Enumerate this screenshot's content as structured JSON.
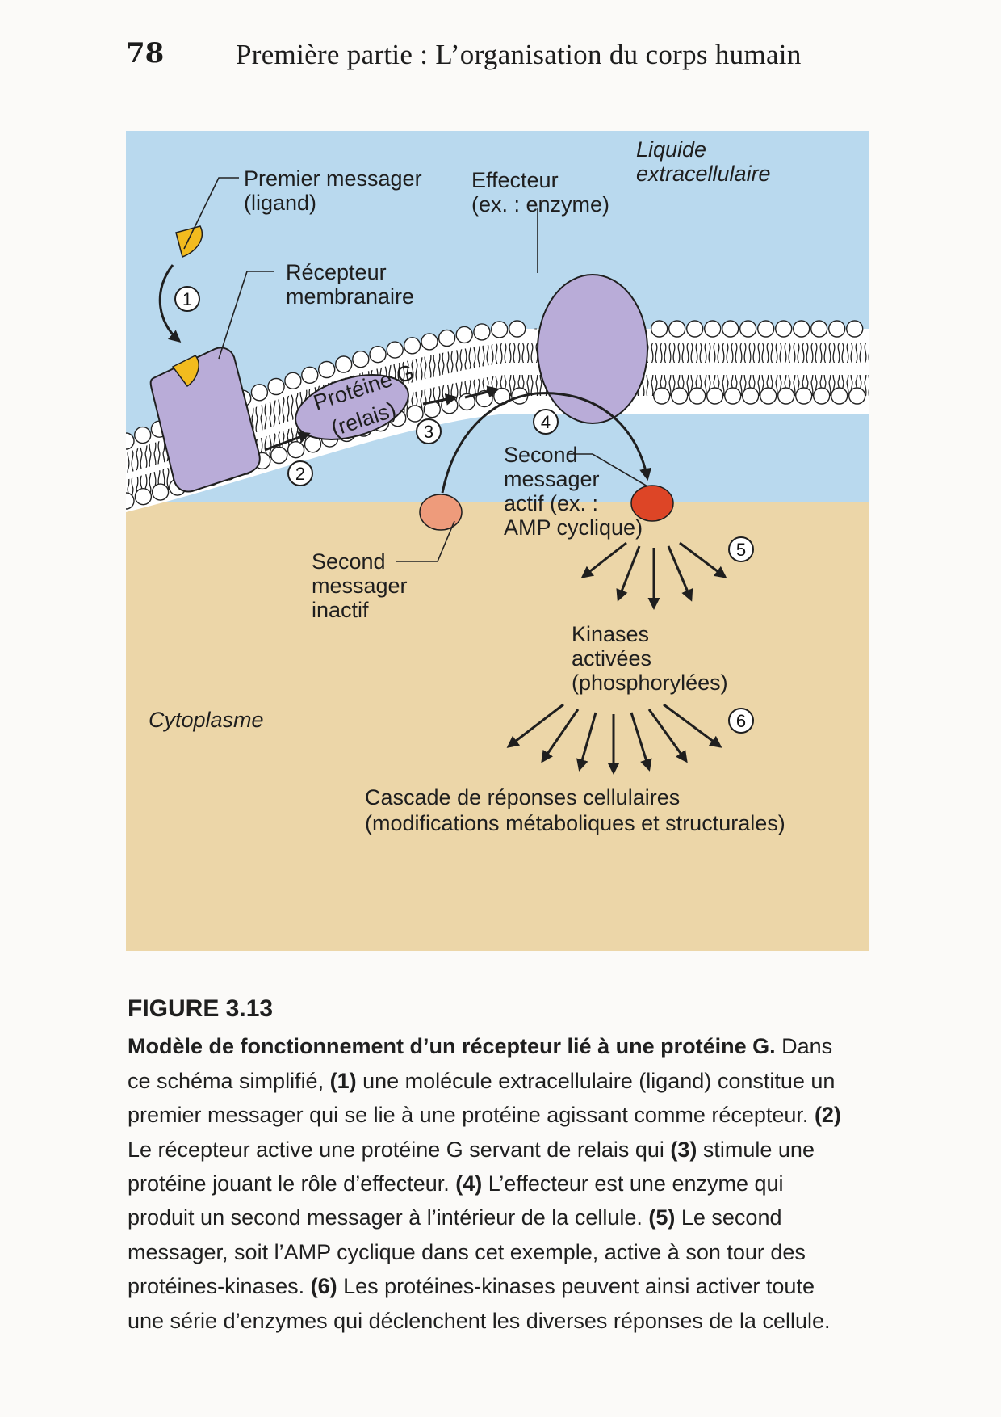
{
  "page_header": {
    "page_number": "78",
    "running_title": "Première partie : L’organisation du corps humain"
  },
  "figure": {
    "labels": {
      "premier_messager_1": "Premier messager",
      "premier_messager_2": "(ligand)",
      "effecteur_1": "Effecteur",
      "effecteur_2": "(ex. : enzyme)",
      "liquide_1": "Liquide",
      "liquide_2": "extracellulaire",
      "recepteur_1": "Récepteur",
      "recepteur_2": "membranaire",
      "proteine_g_1": "Protéine G",
      "proteine_g_2": "(relais)",
      "second_actif_1": "Second",
      "second_actif_2": "messager",
      "second_actif_3": "actif (ex. :",
      "second_actif_4": "AMP cyclique)",
      "second_inactif_1": "Second",
      "second_inactif_2": "messager",
      "second_inactif_3": "inactif",
      "kinases_1": "Kinases",
      "kinases_2": "activées",
      "kinases_3": "(phosphorylées)",
      "cytoplasme": "Cytoplasme",
      "cascade_1": "Cascade de réponses cellulaires",
      "cascade_2": "(modifications métaboliques et structurales)"
    },
    "steps": [
      "1",
      "2",
      "3",
      "4",
      "5",
      "6"
    ],
    "colors": {
      "extracellular": "#b9d9ee",
      "cytoplasm": "#ecd6a8",
      "receptor": "#b9acd8",
      "ligand": "#f2bb1e",
      "second_messenger_inactive": "#ee9b7b",
      "second_messenger_active": "#dd4526"
    }
  },
  "caption": {
    "label": "FIGURE 3.13",
    "title": "Modèle de fonctionnement d’un récepteur lié à une protéine G.",
    "intro": " Dans ce schéma simplifié, ",
    "ref1": "(1)",
    "text1": " une molécule extracellulaire (ligand) constitue un premier messager qui se lie à une protéine agissant comme récepteur. ",
    "ref2": "(2)",
    "text2": " Le récepteur active une protéine G servant de relais qui ",
    "ref3": "(3)",
    "text3": " stimule une protéine jouant le rôle d’effecteur. ",
    "ref4": "(4)",
    "text4": " L’effecteur est une enzyme qui produit un second messager à l’intérieur de la cellule. ",
    "ref5": "(5)",
    "text5": " Le second messager, soit l’AMP cyclique dans cet exemple, active à son tour des protéines-kinases. ",
    "ref6": "(6)",
    "text6": " Les protéines-kinases peuvent ainsi activer toute une série d’enzymes qui déclenchent les diverses réponses de la cellule."
  }
}
